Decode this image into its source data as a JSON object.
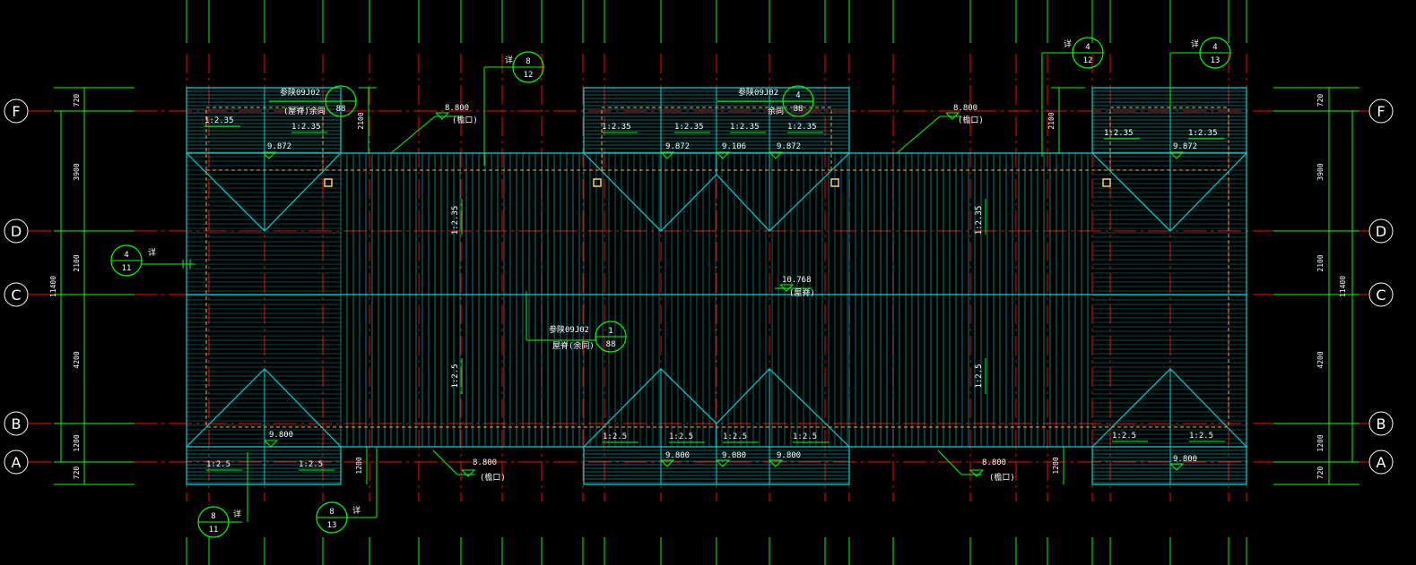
{
  "colors": {
    "background": "#000000",
    "roof": "#00d2d2",
    "dimension": "#00ff00",
    "axis_line": "#ff0000",
    "hidden_line": "#ffa050",
    "text": "#ffffff"
  },
  "axes": [
    "F",
    "D",
    "C",
    "B",
    "A"
  ],
  "dimensions": {
    "left_segments": [
      "720",
      "3900",
      "2100",
      "4200",
      "1200",
      "720"
    ],
    "left_total": "11400",
    "right_segments": [
      "720",
      "3900",
      "2100",
      "4200",
      "1200",
      "720"
    ],
    "right_total": "11400",
    "wing_top_left": "2100",
    "wing_top_mid": "2100",
    "wing_top_right": "2100",
    "wing_bottom_left": "1200",
    "wing_bottom_right": "1200"
  },
  "notes": {
    "ref_label": "参陕09J02",
    "ridge_left_wing": "(屋脊)余同",
    "ridge_mid_wing": "余同",
    "ridge_main": "(屋脊)",
    "eave_main": "屋脊(余同)",
    "eave": "(檐口)",
    "detail": "详"
  },
  "elevations": {
    "e8800": "8.800",
    "e9872": "9.872",
    "e9106": "9.106",
    "e9800": "9.800",
    "e9080": "9.080",
    "e10768": "10.768"
  },
  "slopes": {
    "s235": "1:2.35",
    "s25": "1:2.5"
  },
  "bubbles": {
    "b4_88_top_left": {
      "top": "",
      "bottom": "88"
    },
    "b4_88_top_mid": {
      "top": "4",
      "bottom": "88"
    },
    "b8_12": {
      "top": "8",
      "bottom": "12"
    },
    "b4_12": {
      "top": "4",
      "bottom": "12"
    },
    "b4_13": {
      "top": "4",
      "bottom": "13"
    },
    "b4_11": {
      "top": "4",
      "bottom": "11"
    },
    "b1_88": {
      "top": "1",
      "bottom": "88"
    },
    "b8_11": {
      "top": "8",
      "bottom": "11"
    },
    "b8_13": {
      "top": "8",
      "bottom": "13"
    }
  }
}
